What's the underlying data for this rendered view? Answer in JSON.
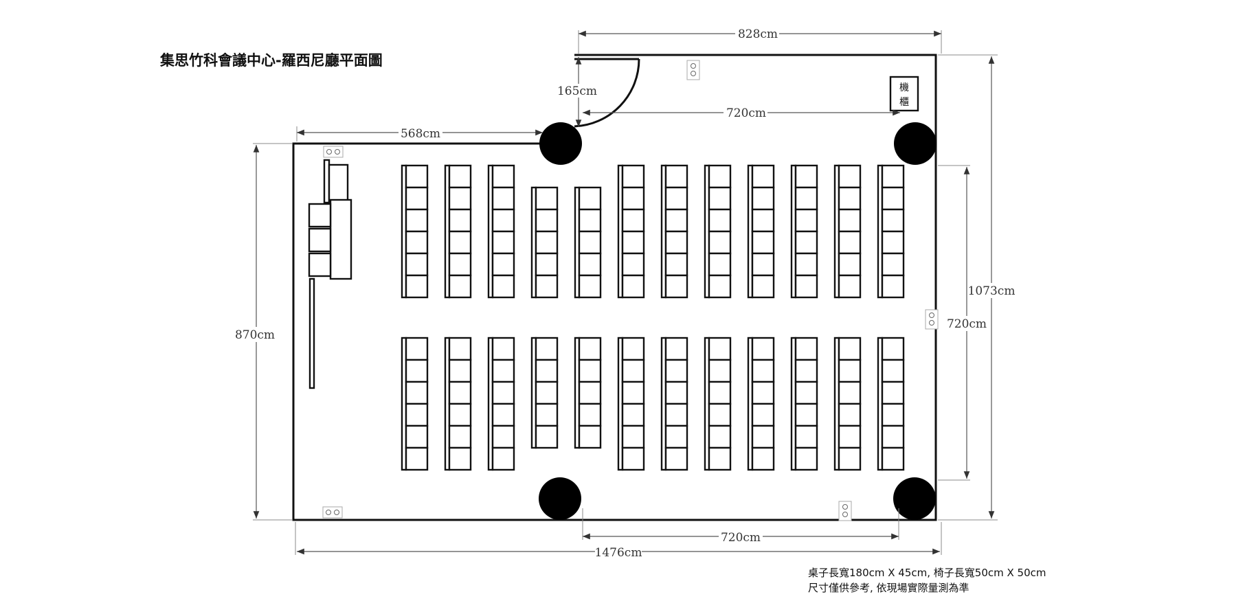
{
  "title": "集思竹科會議中心-羅西尼廳平面圖",
  "dimensions": {
    "top_width": "828cm",
    "door_depth": "165cm",
    "inner_top": "720cm",
    "left_top": "568cm",
    "left_height": "870cm",
    "right_total": "1073cm",
    "right_inner": "720cm",
    "bottom_inner": "720cm",
    "bottom_total": "1476cm"
  },
  "cabinet_label": [
    "機",
    "櫃"
  ],
  "notes": [
    "桌子長寬180cm X 45cm, 椅子長寬50cm X 50cm",
    "尺寸僅供參考, 依現場實際量測為準"
  ],
  "layout": {
    "top_rows_chairs": [
      6,
      6,
      6,
      5,
      5,
      6,
      6,
      6,
      6,
      6,
      6,
      6
    ],
    "bottom_rows_chairs": [
      6,
      6,
      6,
      5,
      5,
      6,
      6,
      6,
      6,
      6,
      6,
      6
    ],
    "pillars": 4,
    "outlets": 5
  },
  "colors": {
    "walls": "#111111",
    "pillars": "#000000",
    "dimension_lines": "#555555",
    "background": "#ffffff"
  }
}
